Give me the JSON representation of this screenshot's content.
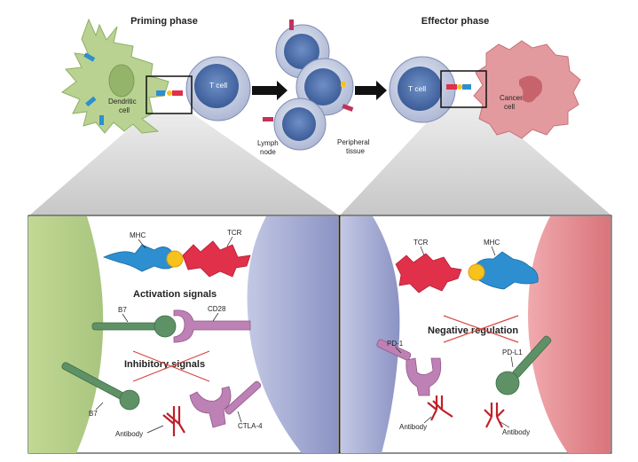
{
  "top": {
    "priming_title": "Priming phase",
    "effector_title": "Effector phase",
    "dendritic_label_1": "Dendritic",
    "dendritic_label_2": "cell",
    "tcell_label_left": "T cell",
    "lymph_label_1": "Lymph",
    "lymph_label_2": "node",
    "peripheral_label_1": "Peripheral",
    "peripheral_label_2": "tissue",
    "tcell_label_right": "T cell",
    "cancer_label_1": "Cancer",
    "cancer_label_2": "cell"
  },
  "left_panel": {
    "mhc": "MHC",
    "tcr": "TCR",
    "activation_heading": "Activation signals",
    "b7_top": "B7",
    "cd28": "CD28",
    "inhibitory_heading": "Inhibitory signals",
    "b7_bottom": "B7",
    "antibody": "Antibody",
    "ctla4": "CTLA-4"
  },
  "right_panel": {
    "tcr": "TCR",
    "mhc": "MHC",
    "negative_heading": "Negative regulation",
    "pd1": "PD-1",
    "pdl1": "PD-L1",
    "antibody_left": "Antibody",
    "antibody_right": "Antibody"
  },
  "colors": {
    "dendritic": "#b9d291",
    "tcell": "#4b6ea8",
    "cancer": "#e39a9e",
    "mhc": "#2d8fd0",
    "tcr": "#e0304a",
    "peptide": "#f7c21b",
    "b7": "#5e9266",
    "cd28": "#bd81b5",
    "antibody": "#c0202a"
  }
}
